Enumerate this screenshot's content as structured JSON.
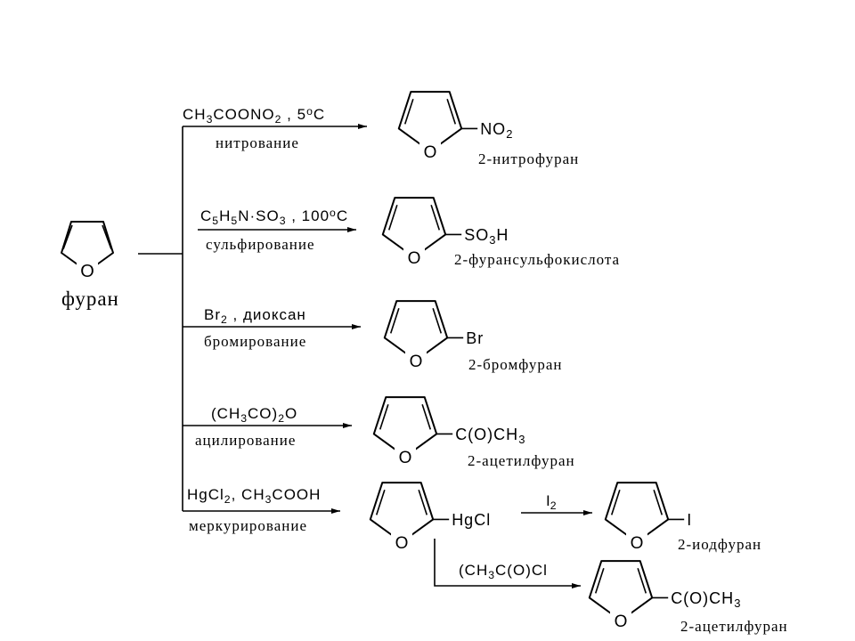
{
  "start": {
    "o": "O",
    "name": "фуран"
  },
  "reactions": [
    {
      "cond": [
        [
          "CH"
        ],
        [
          "3",
          "sub"
        ],
        [
          "COONO"
        ],
        [
          "2",
          "sub"
        ],
        [
          " , "
        ],
        [
          "5"
        ],
        [
          "o",
          "sup"
        ],
        [
          "C"
        ]
      ],
      "type": "нитрование",
      "o": "O",
      "sub": [
        [
          "NO"
        ],
        [
          "2",
          "sub"
        ]
      ],
      "name": "2-нитрофуран"
    },
    {
      "cond": [
        [
          "C"
        ],
        [
          "5",
          "sub"
        ],
        [
          "H"
        ],
        [
          "5",
          "sub"
        ],
        [
          "N·SO"
        ],
        [
          "3",
          "sub"
        ],
        [
          " , 100"
        ],
        [
          "o",
          "sup"
        ],
        [
          "C"
        ]
      ],
      "type": "сульфирование",
      "o": "O",
      "sub": [
        [
          "SO"
        ],
        [
          "3",
          "sub"
        ],
        [
          "H"
        ]
      ],
      "name": "2-фурансульфокислота"
    },
    {
      "cond": [
        [
          "Br"
        ],
        [
          "2",
          "sub"
        ],
        [
          "  , диоксан"
        ]
      ],
      "type": "бромирование",
      "o": "O",
      "sub": [
        [
          "Br"
        ]
      ],
      "name": "2-бромфуран"
    },
    {
      "cond": [
        [
          "(CH"
        ],
        [
          "3",
          "sub"
        ],
        [
          "CO)"
        ],
        [
          "2",
          "sub"
        ],
        [
          "O"
        ]
      ],
      "type": "ацилирование",
      "o": "O",
      "sub": [
        [
          "C(O)CH"
        ],
        [
          "3",
          "sub"
        ]
      ],
      "name": "2-ацетилфуран"
    },
    {
      "cond": [
        [
          "HgCl"
        ],
        [
          "2",
          "sub"
        ],
        [
          ", CH"
        ],
        [
          "3",
          "sub"
        ],
        [
          "COOH"
        ]
      ],
      "type": "меркурирование",
      "o": "O",
      "sub": [
        [
          "HgCl"
        ]
      ]
    }
  ],
  "hg_iod": {
    "cond": [
      [
        "I"
      ],
      [
        "2",
        "sub"
      ]
    ],
    "o": "O",
    "sub": [
      [
        "I"
      ]
    ],
    "name": "2-иодфуран"
  },
  "hg_acyl": {
    "cond": [
      [
        "(CH"
      ],
      [
        "3",
        "sub"
      ],
      [
        "C(O)Cl"
      ]
    ],
    "o": "O",
    "sub": [
      [
        "C(O)CH"
      ],
      [
        "3",
        "sub"
      ]
    ],
    "name": "2-ацетилфуран"
  }
}
